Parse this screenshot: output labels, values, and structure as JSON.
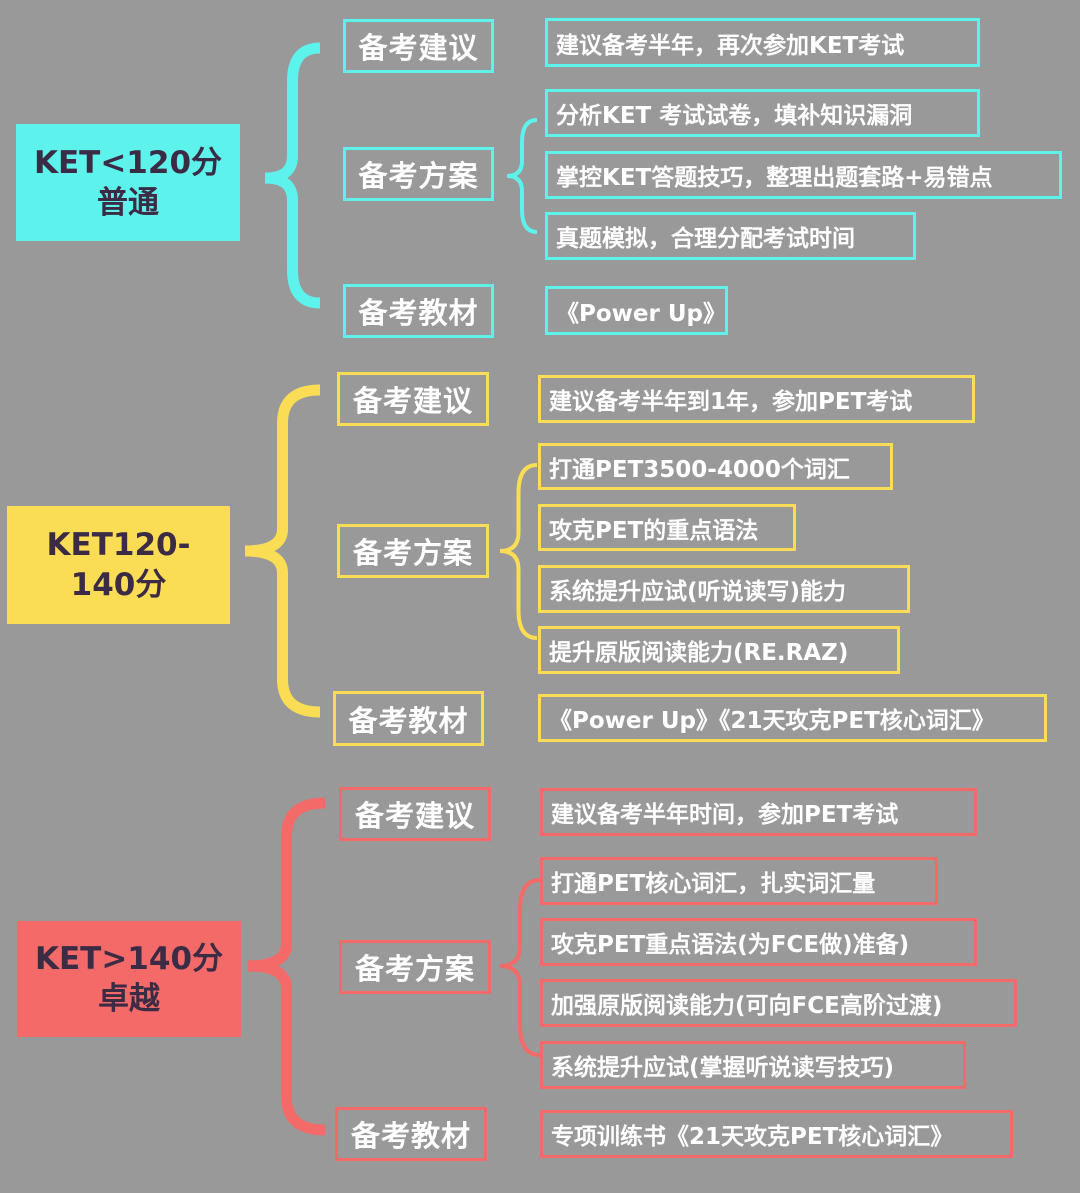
{
  "colors": {
    "background": "#999999",
    "cyan": "#5ef2ec",
    "yellow": "#fbdd55",
    "red": "#f46a68"
  },
  "sections": [
    {
      "root": [
        "KET<120分",
        "普通"
      ],
      "suggestion_label": "备考建议",
      "suggestion": "建议备考半年，再次参加KET考试",
      "plan_label": "备考方案",
      "plan": [
        "分析KET 考试试卷，填补知识漏洞",
        "掌控KET答题技巧，整理出题套路+易错点",
        "真题模拟，合理分配考试时间"
      ],
      "material_label": "备考教材",
      "material": "《Power Up》"
    },
    {
      "root": [
        "KET120-",
        "140分"
      ],
      "suggestion_label": "备考建议",
      "suggestion": "建议备考半年到1年，参加PET考试",
      "plan_label": "备考方案",
      "plan": [
        "打通PET3500-4000个词汇",
        "攻克PET的重点语法",
        "系统提升应试(听说读写)能力",
        "提升原版阅读能力(RE.RAZ)"
      ],
      "material_label": "备考教材",
      "material": "《Power Up》《21天攻克PET核心词汇》"
    },
    {
      "root": [
        "KET>140分",
        "卓越"
      ],
      "suggestion_label": "备考建议",
      "suggestion": "建议备考半年时间，参加PET考试",
      "plan_label": "备考方案",
      "plan": [
        "打通PET核心词汇，扎实词汇量",
        "攻克PET重点语法(为FCE做)准备)",
        "加强原版阅读能力(可向FCE高阶过渡)",
        "系统提升应试(掌握听说读写技巧)"
      ],
      "material_label": "备考教材",
      "material": "专项训练书《21天攻克PET核心词汇》"
    }
  ]
}
